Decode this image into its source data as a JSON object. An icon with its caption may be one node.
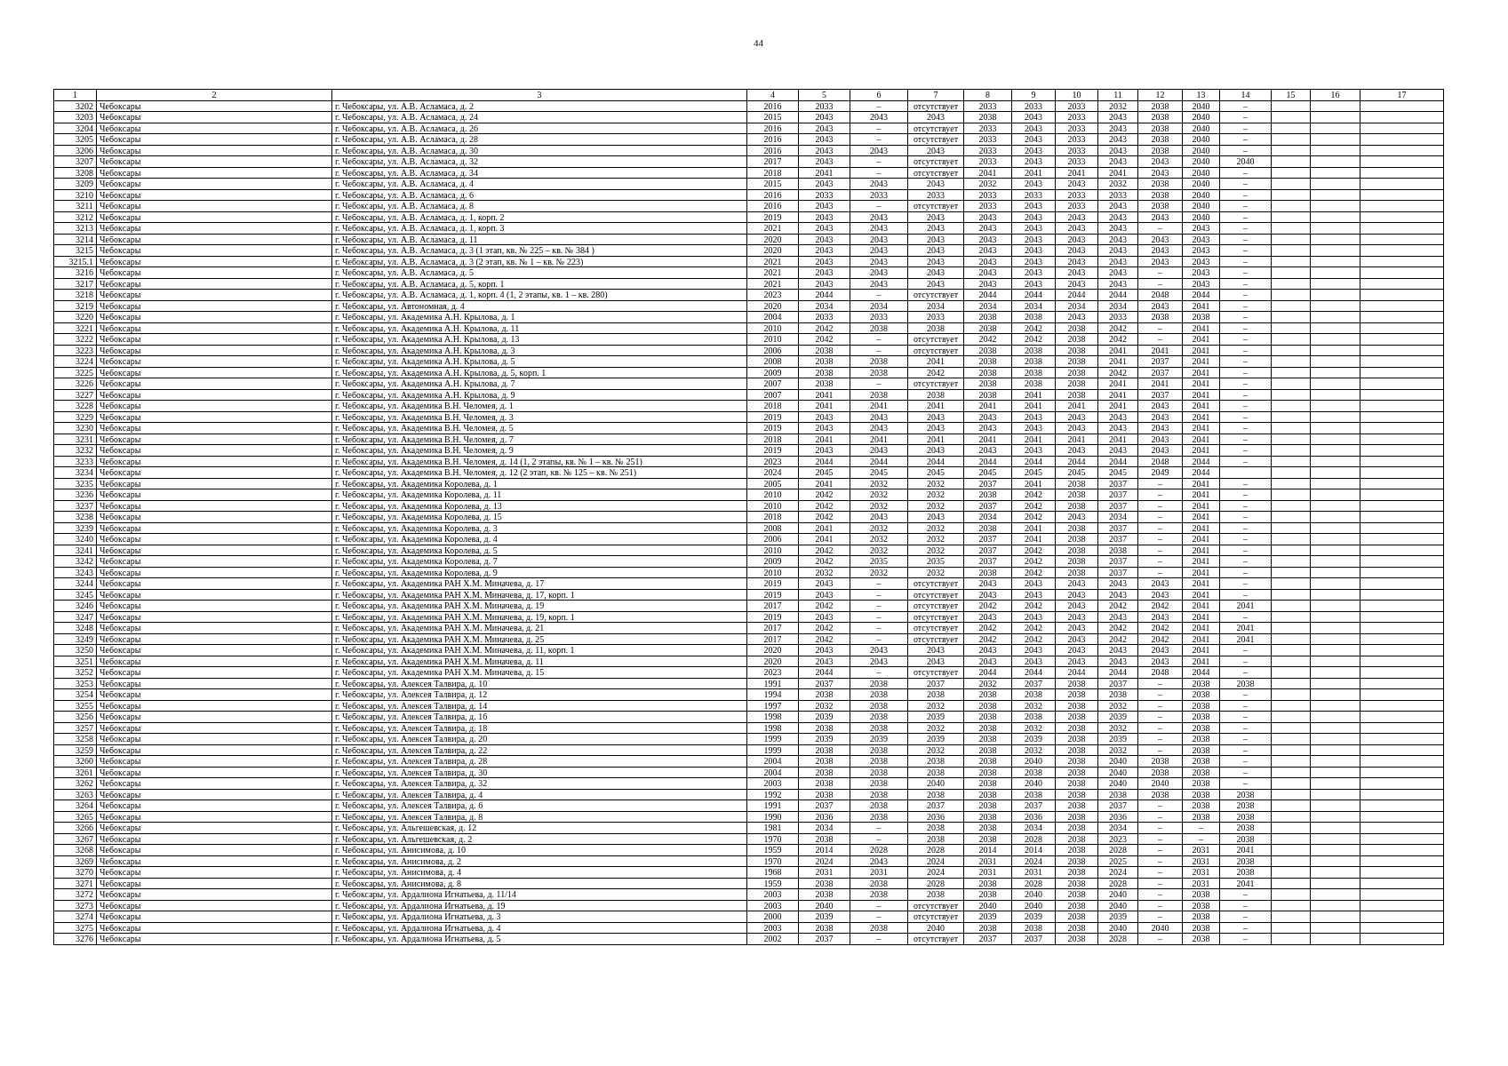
{
  "diagram": {
    "labels": [
      "44",
      "1",
      "2",
      "3",
      "4",
      "5",
      "6",
      "7",
      "8",
      "9",
      "10",
      "11",
      "12",
      "13",
      "14",
      "15",
      "16",
      "17",
      "3202",
      "Чебоксары",
      "г. Чебоксары, ул. А.В. Асламаса, д. 2",
      "2016",
      "2033",
      "–",
      "отсутствует",
      "2033",
      "2033",
      "2033",
      "2032",
      "2038",
      "2040",
      "–",
      "3203",
      "Чебоксары",
      "г. Чебоксары, ул. А.В. Асламаса, д. 24",
      "2015",
      "2043",
      "2043",
      "2043",
      "2038",
      "2043",
      "2033",
      "2043",
      "2038",
      "2040",
      "–",
      "3204",
      "Чебоксары",
      "г. Чебоксары, ул. А.В. Асламаса, д. 26",
      "2016",
      "2043",
      "–",
      "отсутствует",
      "2033",
      "2043",
      "2033",
      "2043",
      "2038",
      "2040",
      "–",
      "3205",
      "Чебоксары",
      "г. Чебоксары, ул. А.В. Асламаса, д. 28",
      "2016",
      "2043",
      "–",
      "отсутствует",
      "2033",
      "2043",
      "2033",
      "2043",
      "2038",
      "2040",
      "–",
      "3206",
      "Чебоксары",
      "г. Чебоксары, ул. А.В. Асламаса, д. 30",
      "2016",
      "2043",
      "2043",
      "2043",
      "2033",
      "2043",
      "2033",
      "2043",
      "2038",
      "2040",
      "–",
      "3207",
      "Чебоксары",
      "г. Чебоксары, ул. А.В. Асламаса, д. 32",
      "2017",
      "2043",
      "–",
      "отсутствует",
      "2033",
      "2043",
      "2033",
      "2043",
      "2043",
      "2040",
      "2040",
      "3208",
      "Чебоксары",
      "г. Чебоксары, ул. А.В. Асламаса, д. 34",
      "2018",
      "2041",
      "–",
      "отсутствует",
      "2041",
      "2041",
      "2041",
      "2041",
      "2043",
      "2040",
      "–",
      "3209",
      "Чебоксары",
      "г. Чебоксары, ул. А.В. Асламаса, д. 4",
      "2015",
      "2043",
      "2043",
      "2043",
      "2032",
      "2043",
      "2043",
      "2032",
      "2038",
      "2040",
      "–",
      "3210",
      "Чебоксары",
      "г. Чебоксары, ул. А.В. Асламаса, д. 6",
      "2016",
      "2033",
      "2033",
      "2033",
      "2033",
      "2033",
      "2033",
      "2033",
      "2038",
      "2040",
      "–",
      "3211",
      "Чебоксары",
      "г. Чебоксары, ул. А.В. Асламаса, д. 8",
      "2016",
      "2043",
      "–",
      "отсутствует",
      "2033",
      "2043",
      "2033",
      "2043",
      "2038",
      "2040",
      "–",
      "3212",
      "Чебоксары",
      "г. Чебоксары, ул. А.В. Асламаса, д. 1, корп. 2",
      "2019",
      "2043",
      "2043",
      "2043",
      "2043",
      "2043",
      "2043",
      "2043",
      "2043",
      "2040",
      "–",
      "3213",
      "Чебоксары",
      "г. Чебоксары, ул. А.В. Асламаса, д. 1, корп. 3",
      "2021",
      "2043",
      "2043",
      "2043",
      "2043",
      "2043",
      "2043",
      "2043",
      "–",
      "2043",
      "–",
      "3214",
      "Чебоксары",
      "г. Чебоксары, ул. А.В. Асламаса, д. 11",
      "2020",
      "2043",
      "2043",
      "2043",
      "2043",
      "2043",
      "2043",
      "2043",
      "2043",
      "2043",
      "–",
      "3215",
      "Чебоксары",
      "г. Чебоксары, ул. А.В. Асламаса, д. 3 (1 этап, кв. № 225 – кв. № 384 )",
      "2020",
      "2043",
      "2043",
      "2043",
      "2043",
      "2043",
      "2043",
      "2043",
      "2043",
      "2043",
      "–",
      "3215.1",
      "Чебоксары",
      "г. Чебоксары, ул. А.В. Асламаса, д. 3 (2 этап, кв. № 1 – кв. № 223)",
      "2021",
      "2043",
      "2043",
      "2043",
      "2043",
      "2043",
      "2043",
      "2043",
      "2043",
      "2043",
      "–",
      "3216",
      "Чебоксары",
      "г. Чебоксары, ул. А.В. Асламаса, д. 5",
      "2021",
      "2043",
      "2043",
      "2043",
      "2043",
      "2043",
      "2043",
      "2043",
      "–",
      "2043",
      "–",
      "3217",
      "Чебоксары",
      "г. Чебоксары, ул. А.В. Асламаса, д. 5, корп. 1",
      "2021",
      "2043",
      "2043",
      "2043",
      "2043",
      "2043",
      "2043",
      "2043",
      "–",
      "2043",
      "–",
      "3218",
      "Чебоксары",
      "г. Чебоксары, ул. А.В. Асламаса, д. 1, корп. 4 (1, 2 этапы, кв. 1 – кв. 280)",
      "2023",
      "2044",
      "–",
      "отсутствует",
      "2044",
      "2044",
      "2044",
      "2044",
      "2048",
      "2044",
      "–",
      "3219",
      "Чебоксары",
      "г. Чебоксары, ул. Автономная, д. 4",
      "2020",
      "2034",
      "2034",
      "2034",
      "2034",
      "2034",
      "2034",
      "2034",
      "2043",
      "2041",
      "–",
      "3220",
      "Чебоксары",
      "г. Чебоксары, ул. Академика А.Н. Крылова, д. 1",
      "2004",
      "2033",
      "2033",
      "2033",
      "2038",
      "2038",
      "2043",
      "2033",
      "2038",
      "2038",
      "–",
      "3221",
      "Чебоксары",
      "г. Чебоксары, ул. Академика А.Н. Крылова, д. 11",
      "2010",
      "2042",
      "2038",
      "2038",
      "2038",
      "2042",
      "2038",
      "2042",
      "–",
      "2041",
      "–",
      "3222",
      "Чебоксары",
      "г. Чебоксары, ул. Академика А.Н. Крылова, д. 13",
      "2010",
      "2042",
      "–",
      "отсутствует",
      "2042",
      "2042",
      "2038",
      "2042",
      "–",
      "2041",
      "–",
      "3223",
      "Чебоксары",
      "г. Чебоксары, ул. Академика А.Н. Крылова, д. 3",
      "2006",
      "2038",
      "–",
      "отсутствует",
      "2038",
      "2038",
      "2038",
      "2041",
      "2041",
      "2041",
      "–",
      "3224",
      "Чебоксары",
      "г. Чебоксары, ул. Академика А.Н. Крылова, д. 5",
      "2008",
      "2038",
      "2038",
      "2041",
      "2038",
      "2038",
      "2038",
      "2041",
      "2037",
      "2041",
      "–",
      "3225",
      "Чебоксары",
      "г. Чебоксары, ул. Академика А.Н. Крылова, д. 5, корп. 1",
      "2009",
      "2038",
      "2038",
      "2042",
      "2038",
      "2038",
      "2038",
      "2042",
      "2037",
      "2041",
      "–",
      "3226",
      "Чебоксары",
      "г. Чебоксары, ул. Академика А.Н. Крылова, д. 7",
      "2007",
      "2038",
      "–",
      "отсутствует",
      "2038",
      "2038",
      "2038",
      "2041",
      "2041",
      "2041",
      "–",
      "3227",
      "Чебоксары",
      "г. Чебоксары, ул. Академика А.Н. Крылова, д. 9",
      "2007",
      "2041",
      "2038",
      "2038",
      "2038",
      "2041",
      "2038",
      "2041",
      "2037",
      "2041",
      "–",
      "3228",
      "Чебоксары",
      "г. Чебоксары, ул. Академика В.Н. Челомея, д. 1",
      "2018",
      "2041",
      "2041",
      "2041",
      "2041",
      "2041",
      "2041",
      "2041",
      "2043",
      "2041",
      "–",
      "3229",
      "Чебоксары",
      "г. Чебоксары, ул. Академика В.Н. Челомея, д. 3",
      "2019",
      "2043",
      "2043",
      "2043",
      "2043",
      "2043",
      "2043",
      "2043",
      "2043",
      "2041",
      "–",
      "3230",
      "Чебоксары",
      "г. Чебоксары, ул. Академика В.Н. Челомея, д. 5",
      "2019",
      "2043",
      "2043",
      "2043",
      "2043",
      "2043",
      "2043",
      "2043",
      "2043",
      "2041",
      "–",
      "3231",
      "Чебоксары",
      "г. Чебоксары, ул. Академика В.Н. Челомея, д. 7",
      "2018",
      "2041",
      "2041",
      "2041",
      "2041",
      "2041",
      "2041",
      "2041",
      "2043",
      "2041",
      "–",
      "3232",
      "Чебоксары",
      "г. Чебоксары, ул. Академика В.Н. Челомея, д. 9",
      "2019",
      "2043",
      "2043",
      "2043",
      "2043",
      "2043",
      "2043",
      "2043",
      "2043",
      "2041",
      "–",
      "3233",
      "Чебоксары",
      "г. Чебоксары, ул. Академика В.Н. Челомея, д. 14 (1, 2 этапы, кв. № 1 – кв. № 251)",
      "2023",
      "2044",
      "2044",
      "2044",
      "2044",
      "2044",
      "2044",
      "2044",
      "2048",
      "2044",
      "–",
      "3234",
      "Чебоксары",
      "г. Чебоксары, ул. Академика В.Н. Челомея, д. 12 (2 этап, кв. № 125 – кв. № 251)",
      "2024",
      "2045",
      "2045",
      "2045",
      "2045",
      "2045",
      "2045",
      "2045",
      "2049",
      "2044",
      "3235",
      "Чебоксары",
      "г. Чебоксары, ул. Академика Королева, д. 1",
      "2005",
      "2041",
      "2032",
      "2032",
      "2037",
      "2041",
      "2038",
      "2037",
      "–",
      "2041",
      "–",
      "3236",
      "Чебоксары",
      "г. Чебоксары, ул. Академика Королева, д. 11",
      "2010",
      "2042",
      "2032",
      "2032",
      "2038",
      "2042",
      "2038",
      "2037",
      "–",
      "2041",
      "–",
      "3237",
      "Чебоксары",
      "г. Чебоксары, ул. Академика Королева, д. 13",
      "2010",
      "2042",
      "2032",
      "2032",
      "2037",
      "2042",
      "2038",
      "2037",
      "–",
      "2041",
      "–",
      "3238",
      "Чебоксары",
      "г. Чебоксары, ул. Академика Королева, д. 15",
      "2018",
      "2042",
      "2043",
      "2043",
      "2034",
      "2042",
      "2043",
      "2034",
      "–",
      "2041",
      "–",
      "3239",
      "Чебоксары",
      "г. Чебоксары, ул. Академика Королева, д. 3",
      "2008",
      "2041",
      "2032",
      "2032",
      "2038",
      "2041",
      "2038",
      "2037",
      "–",
      "2041",
      "–",
      "3240",
      "Чебоксары",
      "г. Чебоксары, ул. Академика Королева, д. 4",
      "2006",
      "2041",
      "2032",
      "2032",
      "2037",
      "2041",
      "2038",
      "2037",
      "–",
      "2041",
      "–",
      "3241",
      "Чебоксары",
      "г. Чебоксары, ул. Академика Королева, д. 5",
      "2010",
      "2042",
      "2032",
      "2032",
      "2037",
      "2042",
      "2038",
      "2038",
      "–",
      "2041",
      "–",
      "3242",
      "Чебоксары",
      "г. Чебоксары, ул. Академика Королева, д. 7",
      "2009",
      "2042",
      "2035",
      "2035",
      "2037",
      "2042",
      "2038",
      "2037",
      "–",
      "2041",
      "–",
      "3243",
      "Чебоксары",
      "г. Чебоксары, ул. Академика Королева, д. 9",
      "2010",
      "2032",
      "2032",
      "2032",
      "2038",
      "2042",
      "2038",
      "2037",
      "–",
      "2041",
      "–",
      "3244",
      "Чебоксары",
      "г. Чебоксары, ул. Академика РАН Х.М. Миначева, д. 17",
      "2019",
      "2043",
      "–",
      "отсутствует",
      "2043",
      "2043",
      "2043",
      "2043",
      "2043",
      "2041",
      "–",
      "3245",
      "Чебоксары",
      "г. Чебоксары, ул. Академика РАН Х.М. Миначева, д. 17, корп. 1",
      "2019",
      "2043",
      "–",
      "отсутствует",
      "2043",
      "2043",
      "2043",
      "2043",
      "2043",
      "2041",
      "–",
      "3246",
      "Чебоксары",
      "г. Чебоксары, ул. Академика РАН Х.М. Миначева, д. 19",
      "2017",
      "2042",
      "–",
      "отсутствует",
      "2042",
      "2042",
      "2043",
      "2042",
      "2042",
      "2041",
      "2041",
      "3247",
      "Чебоксары",
      "г. Чебоксары, ул. Академика РАН Х.М. Миначева, д. 19, корп. 1",
      "2019",
      "2043",
      "–",
      "отсутствует",
      "2043",
      "2043",
      "2043",
      "2043",
      "2043",
      "2041",
      "–",
      "3248",
      "Чебоксары",
      "г. Чебоксары, ул. Академика РАН Х.М. Миначева, д. 21",
      "2017",
      "2042",
      "–",
      "отсутствует",
      "2042",
      "2042",
      "2043",
      "2042",
      "2042",
      "2041",
      "2041",
      "3249",
      "Чебоксары",
      "г. Чебоксары, ул. Академика РАН Х.М. Миначева, д. 25",
      "2017",
      "2042",
      "–",
      "отсутствует",
      "2042",
      "2042",
      "2043",
      "2042",
      "2042",
      "2041",
      "2041",
      "3250",
      "Чебоксары",
      "г. Чебоксары, ул. Академика РАН Х.М. Миначева, д. 11, корп. 1",
      "2020",
      "2043",
      "2043",
      "2043",
      "2043",
      "2043",
      "2043",
      "2043",
      "2043",
      "2041",
      "–",
      "3251",
      "Чебоксары",
      "г. Чебоксары, ул. Академика РАН Х.М. Миначева, д. 11",
      "2020",
      "2043",
      "2043",
      "2043",
      "2043",
      "2043",
      "2043",
      "2043",
      "2043",
      "2041",
      "–",
      "3252",
      "Чебоксары",
      "г. Чебоксары, ул. Академика РАН Х.М. Миначева, д. 15",
      "2023",
      "2044",
      "–",
      "отсутствует",
      "2044",
      "2044",
      "2044",
      "2044",
      "2048",
      "2044",
      "–",
      "3253",
      "Чебоксары",
      "г. Чебоксары, ул. Алексея Талвира, д. 10",
      "1991",
      "2037",
      "2038",
      "2037",
      "2032",
      "2037",
      "2038",
      "2037",
      "–",
      "2038",
      "2038",
      "3254",
      "Чебоксары",
      "г. Чебоксары, ул. Алексея Талвира, д. 12",
      "1994",
      "2038",
      "2038",
      "2038",
      "2038",
      "2038",
      "2038",
      "2038",
      "–",
      "2038",
      "–",
      "3255",
      "Чебоксары",
      "г. Чебоксары, ул. Алексея Талвира, д. 14",
      "1997",
      "2032",
      "2038",
      "2032",
      "2038",
      "2032",
      "2038",
      "2032",
      "–",
      "2038",
      "–",
      "3256",
      "Чебоксары",
      "г. Чебоксары, ул. Алексея Талвира, д. 16",
      "1998",
      "2039",
      "2038",
      "2039",
      "2038",
      "2038",
      "2038",
      "2039",
      "–",
      "2038",
      "–",
      "3257",
      "Чебоксары",
      "г. Чебоксары, ул. Алексея Талвира, д. 18",
      "1998",
      "2038",
      "2038",
      "2032",
      "2038",
      "2032",
      "2038",
      "2032",
      "–",
      "2038",
      "–",
      "3258",
      "Чебоксары",
      "г. Чебоксары, ул. Алексея Талвира, д. 20",
      "1999",
      "2039",
      "2039",
      "2039",
      "2038",
      "2039",
      "2038",
      "2039",
      "–",
      "2038",
      "–",
      "3259",
      "Чебоксары",
      "г. Чебоксары, ул. Алексея Талвира, д. 22",
      "1999",
      "2038",
      "2038",
      "2032",
      "2038",
      "2032",
      "2038",
      "2032",
      "–",
      "2038",
      "–",
      "3260",
      "Чебоксары",
      "г. Чебоксары, ул. Алексея Талвира, д. 28",
      "2004",
      "2038",
      "2038",
      "2038",
      "2038",
      "2040",
      "2038",
      "2040",
      "2038",
      "2038",
      "–",
      "3261",
      "Чебоксары",
      "г. Чебоксары, ул. Алексея Талвира, д. 30",
      "2004",
      "2038",
      "2038",
      "2038",
      "2038",
      "2038",
      "2038",
      "2040",
      "2038",
      "2038",
      "–",
      "3262",
      "Чебоксары",
      "г. Чебоксары, ул. Алексея Талвира, д. 32",
      "2003",
      "2038",
      "2038",
      "2040",
      "2038",
      "2040",
      "2038",
      "2040",
      "2040",
      "2038",
      "–",
      "3263",
      "Чебоксары",
      "г. Чебоксары, ул. Алексея Талвира, д. 4",
      "1992",
      "2038",
      "2038",
      "2038",
      "2038",
      "2038",
      "2038",
      "2038",
      "2038",
      "2038",
      "2038",
      "3264",
      "Чебоксары",
      "г. Чебоксары, ул. Алексея Талвира, д. 6",
      "1991",
      "2037",
      "2038",
      "2037",
      "2038",
      "2037",
      "2038",
      "2037",
      "–",
      "2038",
      "2038",
      "3265",
      "Чебоксары",
      "г. Чебоксары, ул. Алексея Талвира, д. 8",
      "1990",
      "2036",
      "2038",
      "2036",
      "2038",
      "2036",
      "2038",
      "2036",
      "–",
      "2038",
      "2038",
      "3266",
      "Чебоксары",
      "г. Чебоксары, ул. Альгешевская, д. 12",
      "1981",
      "2034",
      "–",
      "2038",
      "2038",
      "2034",
      "2038",
      "2034",
      "–",
      "–",
      "2038",
      "3267",
      "Чебоксары",
      "г. Чебоксары, ул. Альгешевская, д. 2",
      "1970",
      "2038",
      "–",
      "2038",
      "2038",
      "2028",
      "2038",
      "2023",
      "–",
      "–",
      "2038",
      "3268",
      "Чебоксары",
      "г. Чебоксары, ул. Анисимова, д. 10",
      "1959",
      "2014",
      "2028",
      "2028",
      "2014",
      "2014",
      "2038",
      "2028",
      "–",
      "2031",
      "2041",
      "3269",
      "Чебоксары",
      "г. Чебоксары, ул. Анисимова, д. 2",
      "1970",
      "2024",
      "2043",
      "2024",
      "2031",
      "2024",
      "2038",
      "2025",
      "–",
      "2031",
      "2038",
      "3270",
      "Чебоксары",
      "г. Чебоксары, ул. Анисимова, д. 4",
      "1968",
      "2031",
      "2031",
      "2024",
      "2031",
      "2031",
      "2038",
      "2024",
      "–",
      "2031",
      "2038",
      "3271",
      "Чебоксары",
      "г. Чебоксары, ул. Анисимова, д. 8",
      "1959",
      "2038",
      "2038",
      "2028",
      "2038",
      "2028",
      "2038",
      "2028",
      "–",
      "2031",
      "2041",
      "3272",
      "Чебоксары",
      "г. Чебоксары, ул. Ардалиона Игнатьева, д. 11/14",
      "2003",
      "2038",
      "2038",
      "2038",
      "2038",
      "2040",
      "2038",
      "2040",
      "–",
      "2038",
      "–",
      "3273",
      "Чебоксары",
      "г. Чебоксары, ул. Ардалиона Игнатьева, д. 19",
      "2003",
      "2040",
      "–",
      "отсутствует",
      "2040",
      "2040",
      "2038",
      "2040",
      "–",
      "2038",
      "–",
      "3274",
      "Чебоксары",
      "г. Чебоксары, ул. Ардалиона Игнатьева, д. 3",
      "2000",
      "2039",
      "–",
      "отсутствует",
      "2039",
      "2039",
      "2038",
      "2039",
      "–",
      "2038",
      "–",
      "3275",
      "Чебоксары",
      "г. Чебоксары, ул. Ардалиона Игнатьева, д. 4",
      "2003",
      "2038",
      "2038",
      "2040",
      "2038",
      "2038",
      "2038",
      "2040",
      "2040",
      "2038",
      "–",
      "3276",
      "Чебоксары",
      "г. Чебоксары, ул. Ардалиона Игнатьева, д. 5",
      "2002",
      "2037",
      "–",
      "отсутствует",
      "2037",
      "2037",
      "2038",
      "2028",
      "–",
      "2038",
      "–"
    ]
  }
}
